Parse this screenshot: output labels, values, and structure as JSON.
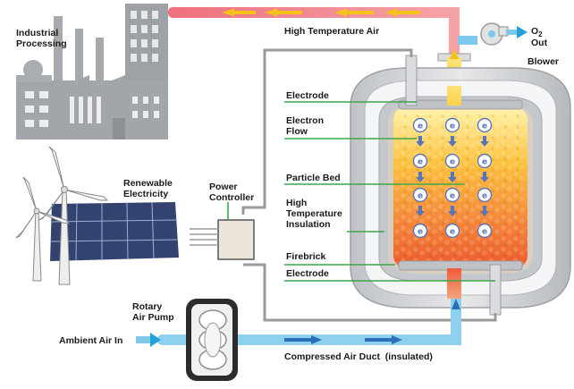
{
  "labels": {
    "industrial_line1": "Industrial",
    "industrial_line2": "Processing",
    "high_temp_air": "High Temperature Air",
    "o2": "O",
    "o2_sub": "2",
    "out": "Out",
    "blower": "Blower",
    "electrode_top": "Electrode",
    "electron_line1": "Electron",
    "electron_line2": "Flow",
    "particle_bed": "Particle Bed",
    "renewable_line1": "Renewable",
    "renewable_line2": "Electricity",
    "power_line1": "Power",
    "power_line2": "Controller",
    "insulation_line1": "High",
    "insulation_line2": "Temperature",
    "insulation_line3": "Insulation",
    "firebrick": "Firebrick",
    "electrode_bottom": "Electrode",
    "pump_line1": "Rotary",
    "pump_line2": "Air Pump",
    "ambient_air": "Ambient Air In",
    "duct": "Compressed Air Duct  (insulated)",
    "electron_symbol": "e"
  },
  "colors": {
    "hot_air_pipe": "#e8506e",
    "cold_air_pipe": "#7ec8ec",
    "flow_arrow_hot": "#f5c21a",
    "flow_arrow_cold": "#2a6fb8",
    "leader_line": "#3aa84a",
    "wire": "#9a9a9a",
    "building": "#9fa3a8",
    "solar_panel": "#33426e",
    "electron": "#5a74b8"
  },
  "icons": [
    "factory-icon",
    "wind-turbine-icon",
    "solar-panel-icon",
    "blower-icon",
    "rotary-pump-icon"
  ]
}
